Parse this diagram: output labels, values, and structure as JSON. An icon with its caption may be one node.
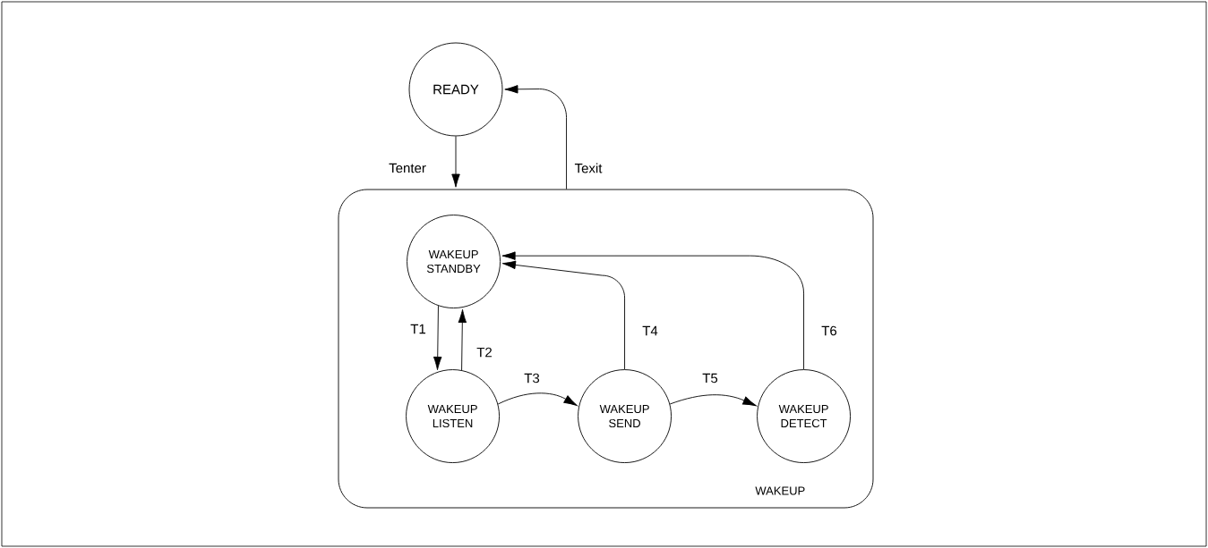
{
  "diagram": {
    "nodes": [
      {
        "text": [
          "READY"
        ]
      },
      {
        "text": [
          "WAKEUP"
        ]
      },
      {
        "text": [
          "WAKEUP STANDBY"
        ],
        "in": 1
      },
      {
        "text": [
          "WAKEUP LISTEN"
        ],
        "in": 1
      },
      {
        "text": [
          "WAKEUP SEND"
        ],
        "in": 1
      },
      {
        "text": [
          "WAKEUP DETECT"
        ],
        "in": 1
      }
    ],
    "edges": [
      {
        "from": 0,
        "to": 1,
        "arrow": "to",
        "label": "Tenter"
      },
      {
        "from": 1,
        "to": 0,
        "arrow": "to",
        "label": "Texit"
      },
      {
        "from": 2,
        "to": 3,
        "arrow": "to",
        "label": "T1"
      },
      {
        "from": 3,
        "to": 2,
        "arrow": "to",
        "label": "T2"
      },
      {
        "from": 3,
        "to": 4,
        "arrow": "to",
        "label": "T3"
      },
      {
        "from": 4,
        "to": 2,
        "arrow": "to",
        "label": "T4"
      },
      {
        "from": 4,
        "to": 5,
        "arrow": "to",
        "label": "T5"
      },
      {
        "from": 5,
        "to": 2,
        "arrow": "to",
        "label": "T6"
      }
    ]
  }
}
